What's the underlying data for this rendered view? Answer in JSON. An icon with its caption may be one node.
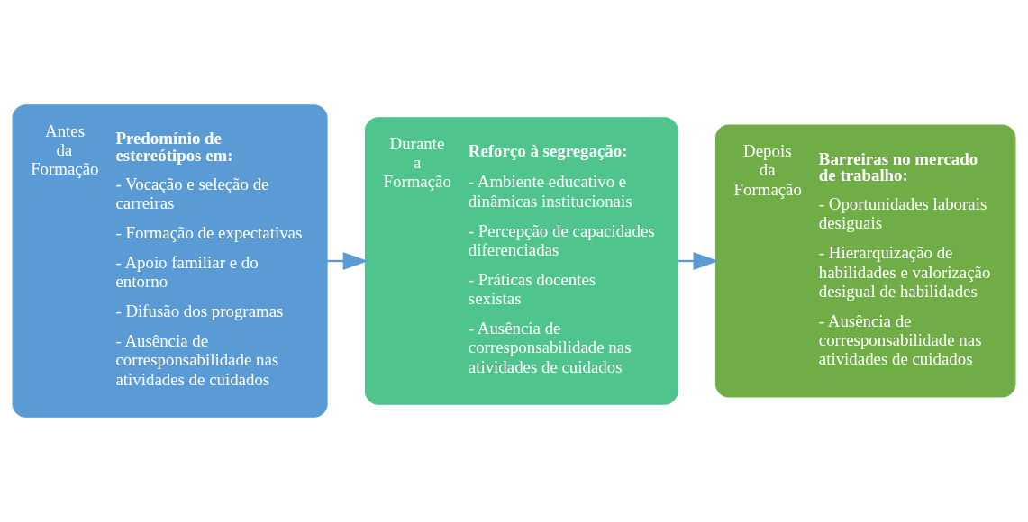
{
  "diagram": {
    "nodes": [
      {
        "text": [
          "Antes da Formação",
          "Predomínio de estereótipos em:",
          "- Vocação e seleção de carreiras",
          "- Formação de expectativas",
          "- Apoio familiar e do entorno",
          "- Difusão dos programas",
          "- Ausência de corresponsabilidade nas atividades de cuidados"
        ]
      },
      {
        "text": [
          "Durante a Formação",
          "Reforço à segregação:",
          "- Ambiente educativo e dinâmicas institucionais",
          "- Percepção de capacidades diferenciadas",
          "- Práticas docentes sexistas",
          "- Ausência de corresponsabilidade nas atividades de cuidados"
        ]
      },
      {
        "text": [
          "Depois da Formação",
          "Barreiras no mercado de trabalho:",
          "- Oportunidades laborais desiguais",
          "- Hierarquização de habilidades e valorização desigual de habilidades",
          "- Ausência de corresponsabilidade nas atividades de cuidados"
        ]
      }
    ],
    "edges": [
      {
        "from": 0,
        "to": 1,
        "arrow": "to"
      },
      {
        "from": 1,
        "to": 2,
        "arrow": "to"
      }
    ]
  }
}
